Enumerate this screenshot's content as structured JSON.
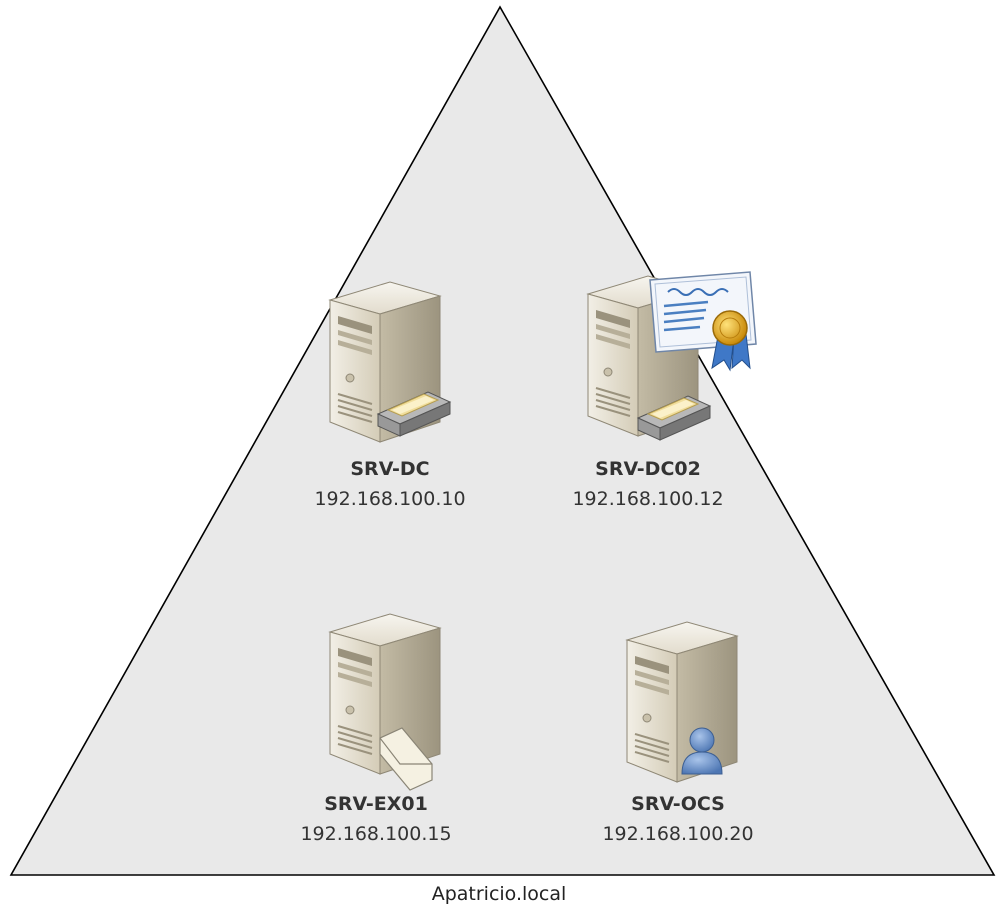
{
  "domain_label": "Apatricio.local",
  "servers": [
    {
      "name": "SRV-DC",
      "ip": "192.168.100.10",
      "role_icon": "directory-drawer-icon"
    },
    {
      "name": "SRV-DC02",
      "ip": "192.168.100.12",
      "role_icon": "certificate-icon"
    },
    {
      "name": "SRV-EX01",
      "ip": "192.168.100.15",
      "role_icon": "mail-envelope-icon"
    },
    {
      "name": "SRV-OCS",
      "ip": "192.168.100.20",
      "role_icon": "user-icon"
    }
  ],
  "colors": {
    "triangle_fill": "#e9e9e9",
    "triangle_stroke": "#000000",
    "server_body": "#ddd6c4",
    "server_side": "#b5ad98",
    "certificate_blue": "#4a7fc1",
    "seal_gold": "#e0a820",
    "user_blue": "#6f97cc"
  }
}
